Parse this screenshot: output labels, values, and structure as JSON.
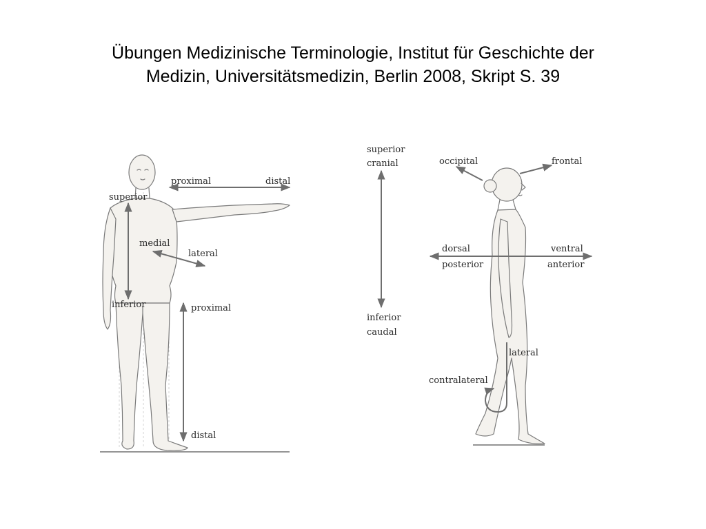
{
  "title": {
    "line1": "Übungen Medizinische Terminologie, Institut für Geschichte der",
    "line2": "Medizin, Universitätsmedizin, Berlin 2008, Skript S. 39"
  },
  "front_figure": {
    "proximal_arm": "proximal",
    "distal_arm": "distal",
    "superior": "superior",
    "medial": "medial",
    "lateral": "lateral",
    "inferior": "inferior",
    "proximal_leg": "proximal",
    "distal_leg": "distal"
  },
  "axis": {
    "superior": "superior",
    "cranial": "cranial",
    "inferior": "inferior",
    "caudal": "caudal"
  },
  "side_figure": {
    "occipital": "occipital",
    "frontal": "frontal",
    "dorsal": "dorsal",
    "posterior": "posterior",
    "ventral": "ventral",
    "anterior": "anterior",
    "lateral": "lateral",
    "contralateral": "contralateral"
  },
  "colors": {
    "arrow": "#6e6e6e",
    "outline": "#7a7a7a",
    "text": "#2a2a2a"
  }
}
